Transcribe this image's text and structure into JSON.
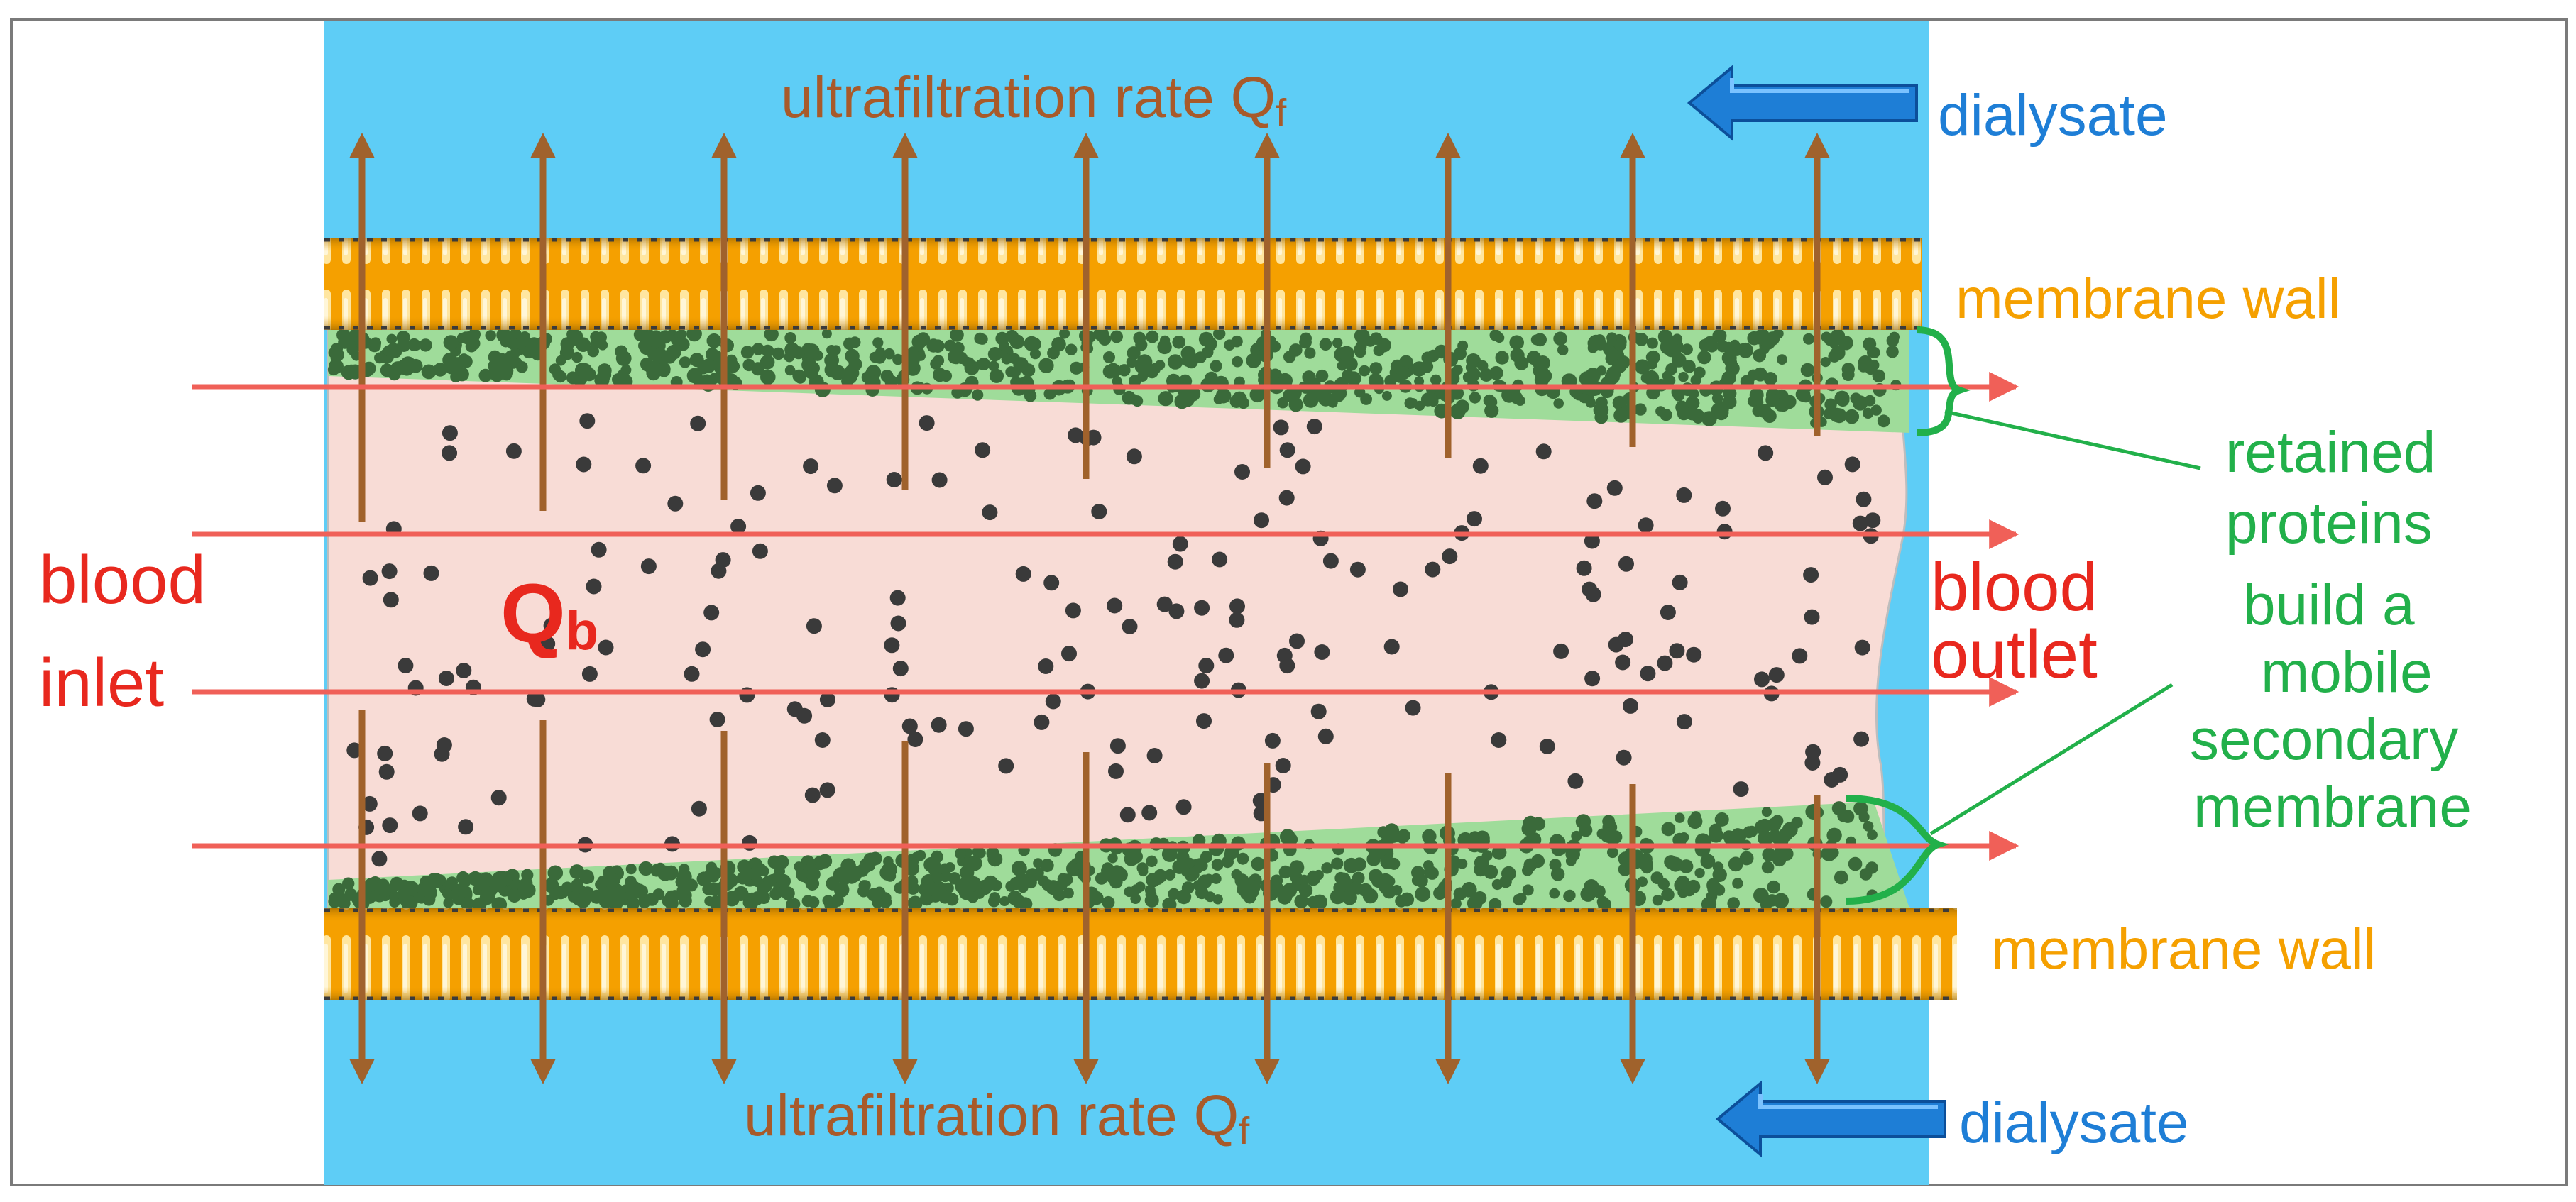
{
  "labels": {
    "ultrafiltration_top": "ultrafiltration rate Q",
    "ultrafiltration_top_sub": "f",
    "ultrafiltration_bottom": "ultrafiltration rate Q",
    "ultrafiltration_bottom_sub": "f",
    "dialysate_top": "dialysate",
    "dialysate_bottom": "dialysate",
    "membrane_wall_top": "membrane wall",
    "membrane_wall_bottom": "membrane wall",
    "blood_inlet_line1": "blood",
    "blood_inlet_line2": "inlet",
    "blood_outlet_line1": "blood",
    "blood_outlet_line2": "outlet",
    "qb_main": "Q",
    "qb_sub": "b",
    "retained_proteins": [
      "retained",
      "proteins",
      "build a",
      "mobile",
      "secondary",
      "membrane"
    ]
  },
  "colors": {
    "dialysate_fill": "#5ecdf6",
    "blood_fill": "#f8dcd6",
    "membrane_orange": "#f5a000",
    "membrane_light": "#ffd95c",
    "protein_layer": "#9fdc9a",
    "protein_dots": "#3a6a3a",
    "blood_dots": "#3a3a3a",
    "flow_arrow": "#f06058",
    "filtration_arrow": "#a0622c",
    "dialysate_arrow": "#1e7ed6",
    "label_orange": "#f5a000",
    "label_red": "#e8281e",
    "label_green": "#22b04a",
    "label_blue": "#1e7ed6",
    "label_brown": "#a85a2a"
  },
  "icons": {
    "flow": "right-arrow-icon",
    "filtration": "up-down-arrow-icon",
    "dialysate": "left-arrow-icon",
    "bracket": "curly-brace-icon"
  }
}
